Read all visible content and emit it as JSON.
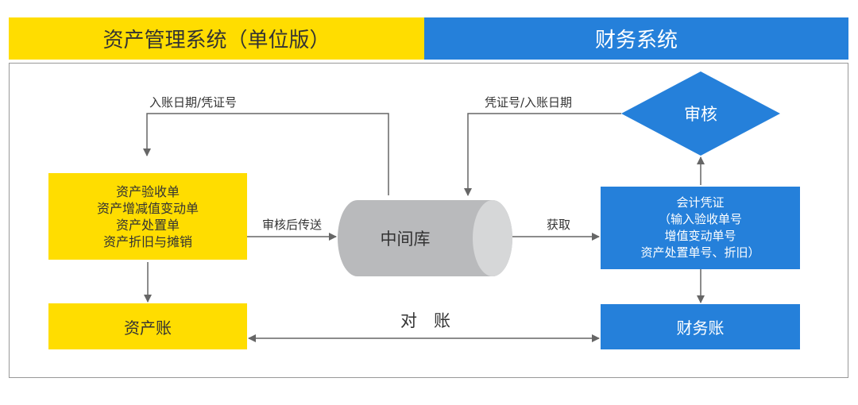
{
  "headers": {
    "left": "资产管理系统（单位版）",
    "right": "财务系统"
  },
  "colors": {
    "yellow": "#FFDD00",
    "blue": "#2580DA",
    "line": "#666666"
  },
  "nodes": {
    "asset_docs": [
      "资产验收单",
      "资产增减值变动单",
      "资产处置单",
      "资产折旧与摊销"
    ],
    "asset_ledger": "资产账",
    "middle_db": "中间库",
    "audit": "审核",
    "voucher": [
      "会计凭证",
      "（输入验收单号",
      "增值变动单号",
      "资产处置单号、折旧）"
    ],
    "finance_ledger": "财务账"
  },
  "edges": {
    "to_asset_docs": "入账日期/凭证号",
    "audit_to_voucher": "凭证号/入账日期",
    "docs_to_db": "审核后传送",
    "db_to_voucher": "获取",
    "reconcile": "对　账"
  }
}
